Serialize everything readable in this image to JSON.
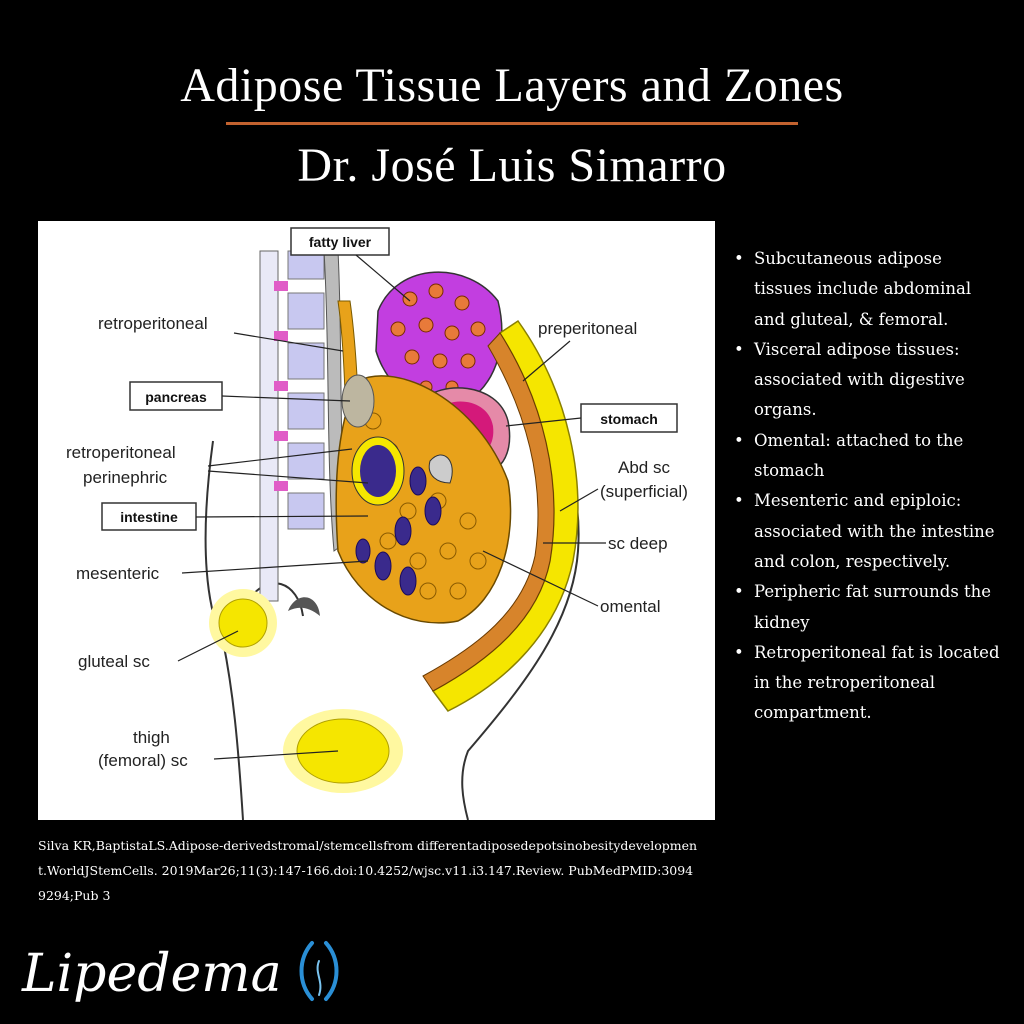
{
  "header": {
    "title": "Adipose Tissue Layers and Zones",
    "author": "Dr. José Luis Simarro"
  },
  "diagram": {
    "labels": {
      "fatty_liver": "fatty liver",
      "retroperitoneal": "retroperitoneal",
      "pancreas": "pancreas",
      "retroperitoneal_perinephric_1": "retroperitoneal",
      "retroperitoneal_perinephric_2": "perinephric",
      "intestine": "intestine",
      "mesenteric": "mesenteric",
      "gluteal_sc": "gluteal sc",
      "thigh_1": "thigh",
      "thigh_2": "(femoral) sc",
      "preperitoneal": "preperitoneal",
      "stomach": "stomach",
      "abd_sc_1": "Abd sc",
      "abd_sc_2": "(superficial)",
      "sc_deep": "sc deep",
      "omental": "omental"
    },
    "colors": {
      "liver": "#c23ee0",
      "fat": "#f5e600",
      "visceral_fat": "#e8a21a",
      "kidney": "#3a2a8c",
      "stomach": "#d4197a",
      "spine": "#c8c8f0",
      "disc": "#e05cc7"
    }
  },
  "bullets": [
    "Subcutaneous adipose tissues include abdominal and gluteal, & femoral.",
    "Visceral adipose tissues: associated with digestive organs.",
    "Omental: attached to the stomach",
    "Mesenteric and epiploic: associated with the intestine and colon, respectively.",
    "Peripheric fat surrounds the kidney",
    "Retroperitoneal fat is located in the retroperitoneal compartment."
  ],
  "citation": "Silva KR,BaptistaLS.Adipose-derivedstromal/stemcellsfrom differentadiposedepotsinobesitydevelopment.WorldJStemCells. 2019Mar26;11(3):147-166.doi:10.4252/wjsc.v11.i3.147.Review. PubMedPMID:30949294;Pub 3",
  "logo": {
    "text": "Lipedema",
    "icon": "lipedema-logo-icon"
  }
}
